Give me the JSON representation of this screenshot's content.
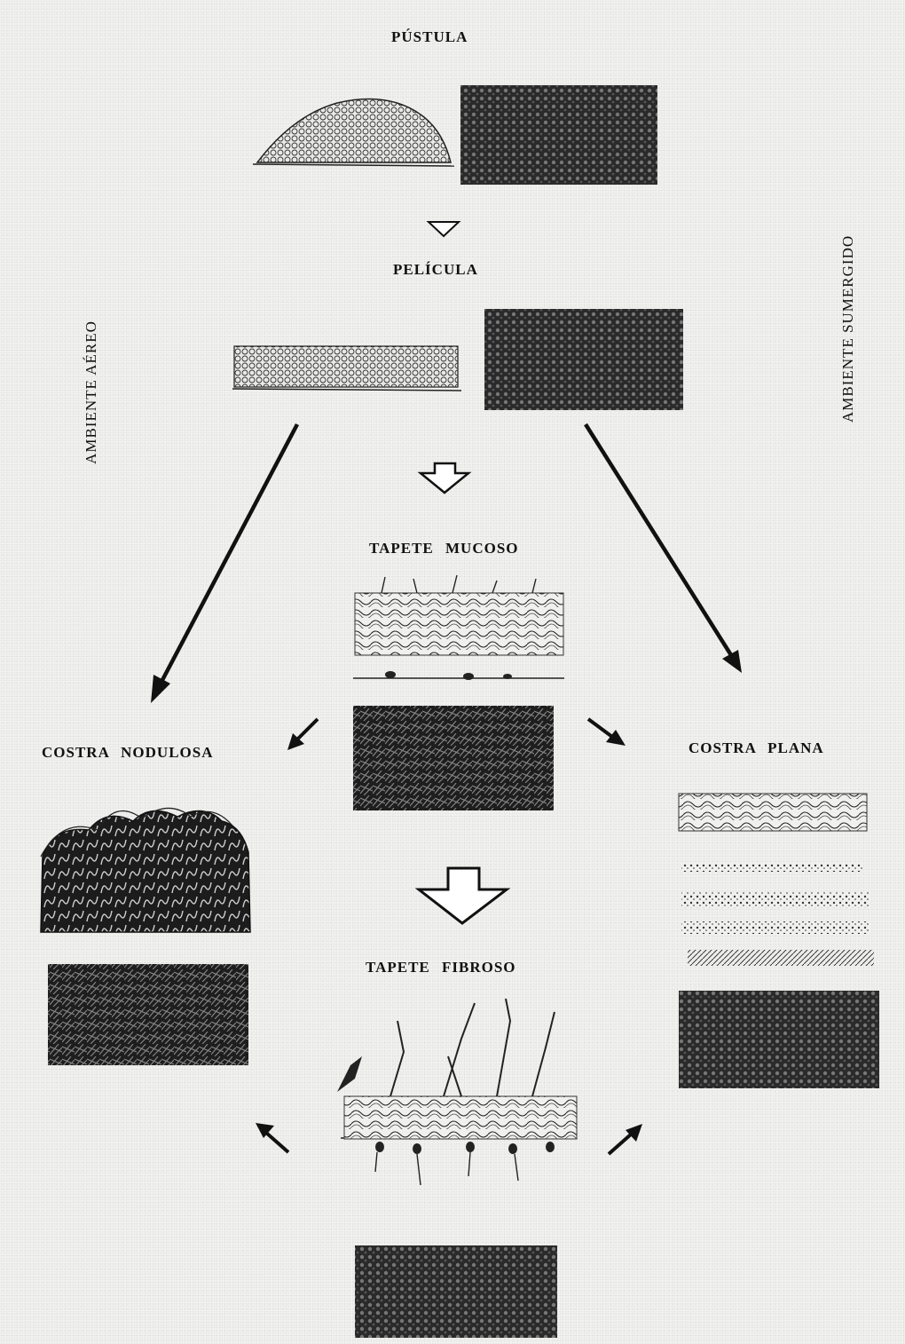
{
  "stages": {
    "pustula": "PÚSTULA",
    "pelicula": "PELÍCULA",
    "tapete_mucoso": "TAPETE   MUCOSO",
    "costra_nodulosa": "COSTRA   NODULOSA",
    "costra_plana": "COSTRA   PLANA",
    "tapete_fibroso": "TAPETE   FIBROSO"
  },
  "environments": {
    "aereo": "AMBIENTE  AÉREO",
    "sumergido": "AMBIENTE  SUMERGIDO"
  }
}
